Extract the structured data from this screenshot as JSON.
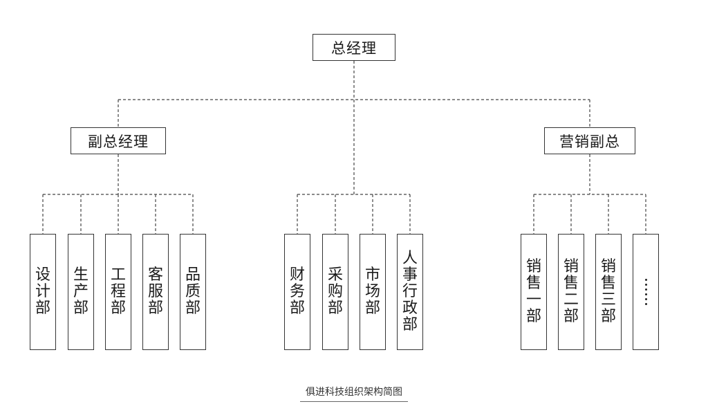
{
  "root": {
    "label": "总经理"
  },
  "branches": {
    "deputy": {
      "label": "副总经理",
      "departments": [
        "设计部",
        "生产部",
        "工程部",
        "客服部",
        "品质部"
      ]
    },
    "direct": {
      "departments": [
        "财务部",
        "采购部",
        "市场部",
        "人事行政部"
      ]
    },
    "sales": {
      "label": "营销副总",
      "departments": [
        "销售一部",
        "销售二部",
        "销售三部"
      ],
      "more": "……"
    }
  },
  "caption": "俱进科技组织架构简图"
}
